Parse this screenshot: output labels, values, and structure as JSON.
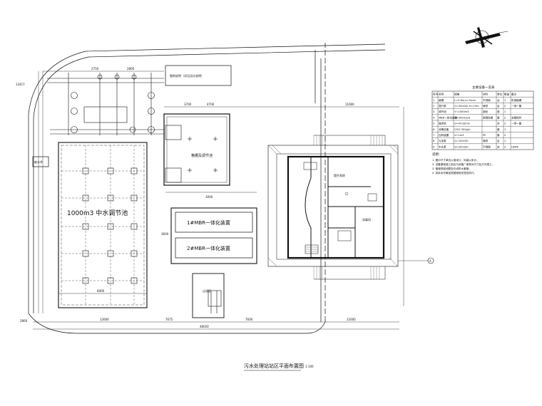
{
  "plan": {
    "title": "污水处理站站区平面布置图",
    "scale": "1:100",
    "notice_text": "图例说明（详见设计说明）",
    "labels": {
      "tank_1000": "1000m3 中水调节池",
      "mbr1": "1#MBR一体化装置",
      "mbr2": "2#MBR一体化装置",
      "equipment_room": "格栅及调节池",
      "filter_area": "过滤区",
      "pump_room": "提升泵房",
      "outside_left": "废水井",
      "small_room": "消毒间"
    },
    "dimensions": {
      "bottom_total": "48020",
      "bottom_left": "12600",
      "bottom_mid1": "7675",
      "bottom_mid2": "7600",
      "bottom_right": "11600",
      "left_dim1": "2860",
      "top_dim1": "2750",
      "top_dim2": "2800",
      "top_dim3": "3700",
      "top_dim4": "4700",
      "mid_dim": "3000",
      "right_top": "11600",
      "left_total": "13417",
      "tank_width": "8400",
      "mbr_dim": "3600"
    },
    "axis_mark": "A"
  },
  "legend_table": {
    "title": "主要设备一览表",
    "headers": [
      "序号",
      "名称",
      "规格",
      "材料",
      "单位",
      "数量",
      "备注"
    ],
    "rows": [
      [
        "1",
        "格栅",
        "L=0.8m,b=5mm",
        "不锈钢",
        "台",
        "1",
        "机械格栅"
      ],
      [
        "2",
        "提升泵",
        "Q=20m3/h H=15m",
        "铸铁",
        "台",
        "2",
        "一用一备"
      ],
      [
        "3",
        "调节池",
        "V=1000m3",
        "钢砼",
        "座",
        "1",
        ""
      ],
      [
        "4",
        "MBR一体化装置",
        "Q=500m3/d",
        "碳钢防腐",
        "套",
        "2",
        "含膜组件"
      ],
      [
        "5",
        "鼓风机",
        "Q=5m3/min",
        "",
        "台",
        "2",
        "一用一备"
      ],
      [
        "6",
        "消毒设备",
        "ClO2 500g/h",
        "",
        "套",
        "1",
        ""
      ],
      [
        "7",
        "加药装置",
        "V=1m3",
        "PE",
        "套",
        "2",
        ""
      ],
      [
        "8",
        "污泥泵",
        "Q=10m3/h",
        "铸铁",
        "台",
        "1",
        ""
      ],
      [
        "9",
        "中水泵",
        "Q=25m3/h",
        "不锈钢",
        "台",
        "2",
        "HDPE"
      ]
    ],
    "notes_title": "说明：",
    "notes": [
      "1. 图中尺寸单位以毫米计，标高以米计。",
      "2. 设备基础施工前应与设备厂家核对尺寸后方可施工。",
      "3. 管道穿越池壁处均设防水套管。",
      "4. 其余未尽事宜按国家相关规范执行。"
    ]
  },
  "colors": {
    "line": "#111111",
    "hatch": "#333333",
    "background": "#ffffff"
  }
}
